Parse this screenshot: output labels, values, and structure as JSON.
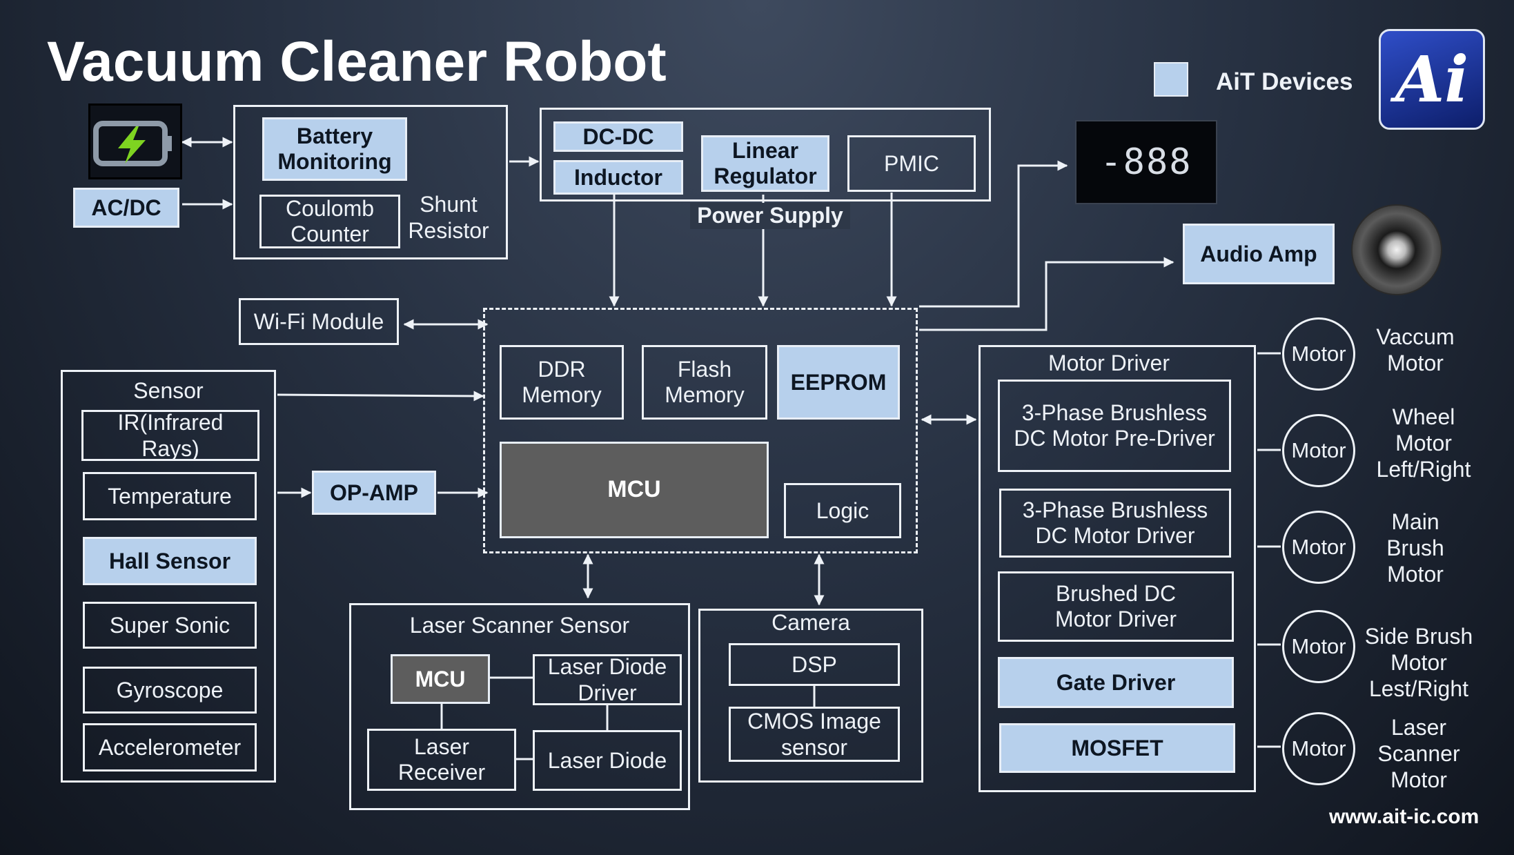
{
  "title": "Vacuum Cleaner Robot",
  "legend": {
    "label": "AiT Devices",
    "swatch_color": "#b7d0ec"
  },
  "logo": {
    "text": "Ai"
  },
  "website": "www.ait-ic.com",
  "icons": {
    "battery": "battery-charging-icon",
    "display": "lcd-display-icon",
    "speaker": "speaker-icon"
  },
  "power_block": {
    "acdc": "AC/DC",
    "battery_monitoring": "Battery\nMonitoring",
    "coulomb_counter": "Coulomb\nCounter",
    "shunt_resistor": "Shunt\nResistor"
  },
  "power_supply": {
    "label": "Power Supply",
    "dcdc": "DC-DC",
    "inductor": "Inductor",
    "linear_regulator": "Linear\nRegulator",
    "pmic": "PMIC"
  },
  "display": {
    "digits": "-888"
  },
  "audio_amp": "Audio Amp",
  "wifi": "Wi-Fi Module",
  "mcu_block": {
    "ddr": "DDR\nMemory",
    "flash": "Flash\nMemory",
    "eeprom": "EEPROM",
    "mcu": "MCU",
    "logic": "Logic"
  },
  "sensor": {
    "title": "Sensor",
    "items": [
      "IR(Infrared\nRays)",
      "Temperature",
      "Hall Sensor",
      "Super Sonic",
      "Gyroscope",
      "Accelerometer"
    ]
  },
  "opamp": "OP-AMP",
  "laser_scanner": {
    "title": "Laser Scanner Sensor",
    "mcu": "MCU",
    "laser_diode_driver": "Laser Diode\nDriver",
    "laser_receiver": "Laser\nReceiver",
    "laser_diode": "Laser Diode"
  },
  "camera": {
    "title": "Camera",
    "dsp": "DSP",
    "cmos": "CMOS Image\nsensor"
  },
  "motor_driver": {
    "title": "Motor Driver",
    "items": [
      "3-Phase Brushless\nDC Motor Pre-Driver",
      "3-Phase Brushless\nDC Motor Driver",
      "Brushed DC\nMotor Driver",
      "Gate Driver",
      "MOSFET"
    ]
  },
  "motors": [
    {
      "circle": "Motor",
      "label": "Vaccum\nMotor"
    },
    {
      "circle": "Motor",
      "label": "Wheel\nMotor\nLeft/Right"
    },
    {
      "circle": "Motor",
      "label": "Main\nBrush\nMotor"
    },
    {
      "circle": "Motor",
      "label": "Side Brush\nMotor\nLest/Right"
    },
    {
      "circle": "Motor",
      "label": "Laser\nScanner\nMotor"
    }
  ]
}
